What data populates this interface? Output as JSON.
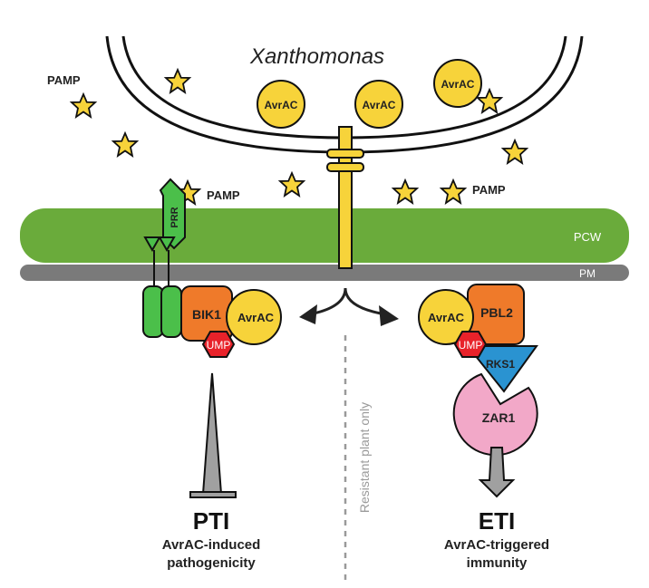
{
  "bacterium": {
    "name": "Xanthomonas"
  },
  "effector": {
    "label": "AvrAC",
    "count_in_bacterium": 3
  },
  "pamp": {
    "label": "PAMP",
    "count_stars": 9
  },
  "membranes": {
    "cell_wall": "PCW",
    "plasma_membrane": "PM"
  },
  "receptor": {
    "label": "PRR"
  },
  "left_complex": {
    "kinase": "BIK1",
    "effector": "AvrAC",
    "modification": "UMP"
  },
  "right_complex": {
    "effector": "AvrAC",
    "kinase": "PBL2",
    "modification": "UMP",
    "pseudokinase": "RKS1",
    "resistance_protein": "ZAR1"
  },
  "divider": {
    "label": "Resistant plant only"
  },
  "outcomes": {
    "left": {
      "title": "PTI",
      "line1": "AvrAC-induced",
      "line2": "pathogenicity"
    },
    "right": {
      "title": "ETI",
      "line1": "AvrAC-triggered",
      "line2": "immunity"
    }
  },
  "colors": {
    "cell_wall": "#6aab3b",
    "plasma_membrane": "#7a7a7a",
    "effector": "#f7d33a",
    "kinase": "#ef7a2a",
    "ump": "#e8222a",
    "receptor": "#4bbf4a",
    "rks1": "#2a93d1",
    "zar1": "#f2a8c8",
    "arrow_gray": "#a0a0a0"
  }
}
